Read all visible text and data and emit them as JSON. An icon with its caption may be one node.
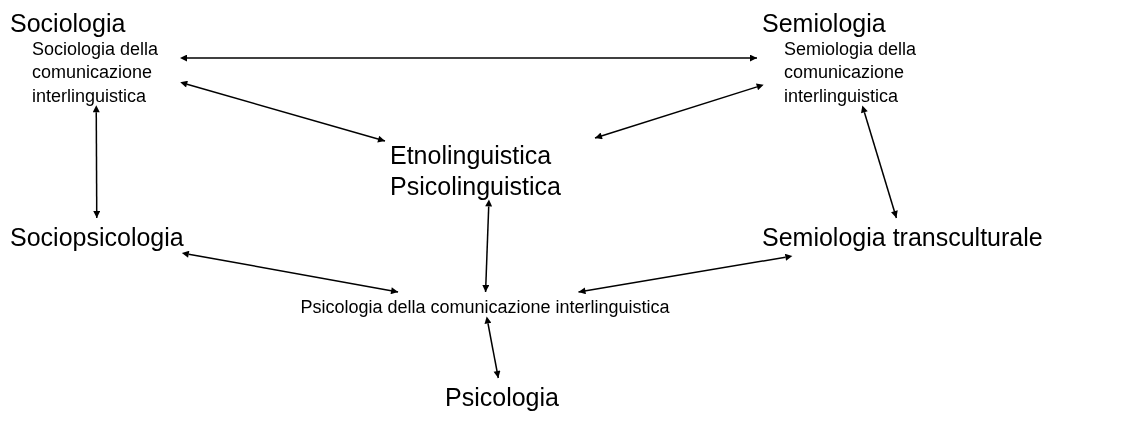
{
  "diagram": {
    "nodes": [
      {
        "text": [
          "Sociologia",
          "Sociologia della comunicazione interlinguistica"
        ]
      },
      {
        "text": [
          "Semiologia",
          "Semiologia della comunicazione interlinguistica"
        ]
      },
      {
        "text": [
          "Etnolinguistica Psicolinguistica"
        ]
      },
      {
        "text": [
          "Sociopsicologia"
        ]
      },
      {
        "text": [
          "Semiologia transculturale"
        ]
      },
      {
        "text": [
          "Psicologia della comunicazione interlinguistica"
        ]
      },
      {
        "text": [
          "Psicologia"
        ]
      }
    ],
    "edges": [
      {
        "from": 0,
        "to": 1,
        "arrow": "both"
      },
      {
        "from": 0,
        "to": 2,
        "arrow": "both"
      },
      {
        "from": 1,
        "to": 2,
        "arrow": "both"
      },
      {
        "from": 0,
        "to": 3,
        "arrow": "both"
      },
      {
        "from": 1,
        "to": 4,
        "arrow": "both"
      },
      {
        "from": 3,
        "to": 5,
        "arrow": "both"
      },
      {
        "from": 2,
        "to": 5,
        "arrow": "both"
      },
      {
        "from": 4,
        "to": 5,
        "arrow": "both"
      },
      {
        "from": 5,
        "to": 6,
        "arrow": "both"
      }
    ]
  }
}
